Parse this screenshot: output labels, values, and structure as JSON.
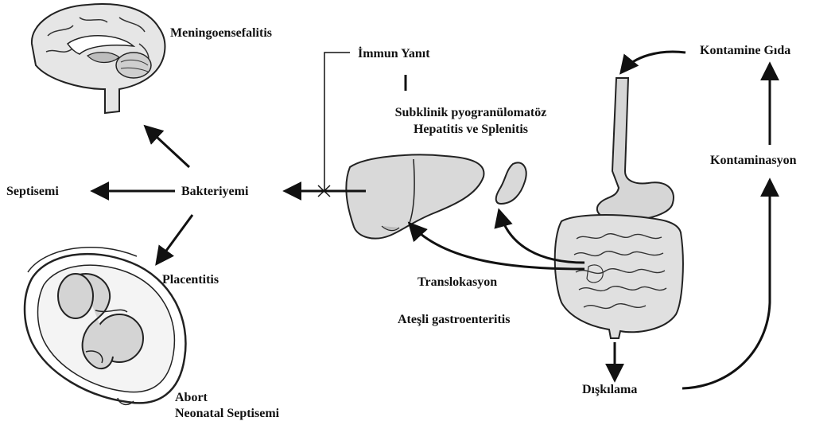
{
  "labels": {
    "meningo": "Meningoensefalitis",
    "immun": "İmmun Yanıt",
    "subklinik_line1": "Subklinik pyogranülomatöz",
    "subklinik_line2": "Hepatitis ve Splenitis",
    "kontamine_gida": "Kontamine Gıda",
    "kontaminasyon": "Kontaminasyon",
    "septisemi": "Septisemi",
    "bakteriyemi": "Bakteriyemi",
    "placentitis": "Placentitis",
    "translokasyon": "Translokasyon",
    "atesli": "Ateşli gastroenteritis",
    "abort": "Abort",
    "neonatal": "Neonatal Septisemi",
    "diskilama": "Dışkılama"
  },
  "colors": {
    "ink": "#111111",
    "organ_fill": "#d9d9d9",
    "organ_stroke": "#222222"
  },
  "icons": [
    "brain-illustration",
    "liver-illustration",
    "spleen-illustration",
    "digestive-tract-illustration",
    "fetus-uterus-illustration"
  ]
}
